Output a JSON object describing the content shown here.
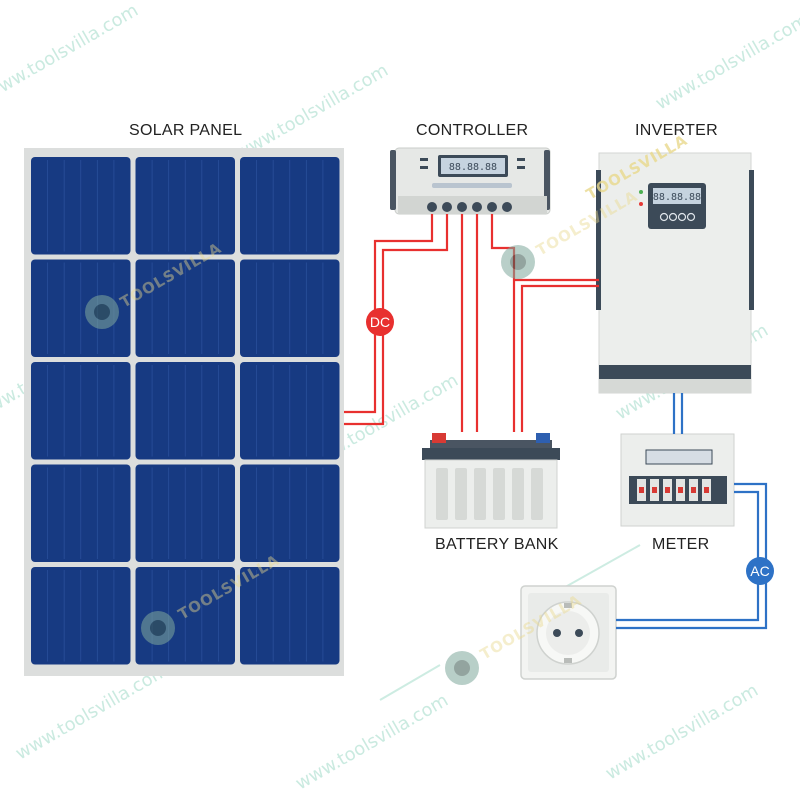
{
  "labels": {
    "solar_panel": "SOLAR PANEL",
    "controller": "CONTROLLER",
    "inverter": "INVERTER",
    "battery_bank": "BATTERY BANK",
    "meter": "METER"
  },
  "tags": {
    "dc": "DC",
    "ac": "AC"
  },
  "displays": {
    "controller": "88.88.88",
    "inverter": "88.88.88"
  },
  "watermark": {
    "site": "www.toolsvilla.com",
    "brand": "TOOLSVILLA"
  },
  "colors": {
    "panel_cell": "#173a82",
    "panel_frame": "#dcdedd",
    "dc_wire": "#e8302f",
    "ac_wire": "#2e72c6",
    "device_body": "#eef0ee",
    "inverter_band": "#3c4a58",
    "watermark_text": "#b9e4d6",
    "watermark_brand": "#e9d98d"
  }
}
